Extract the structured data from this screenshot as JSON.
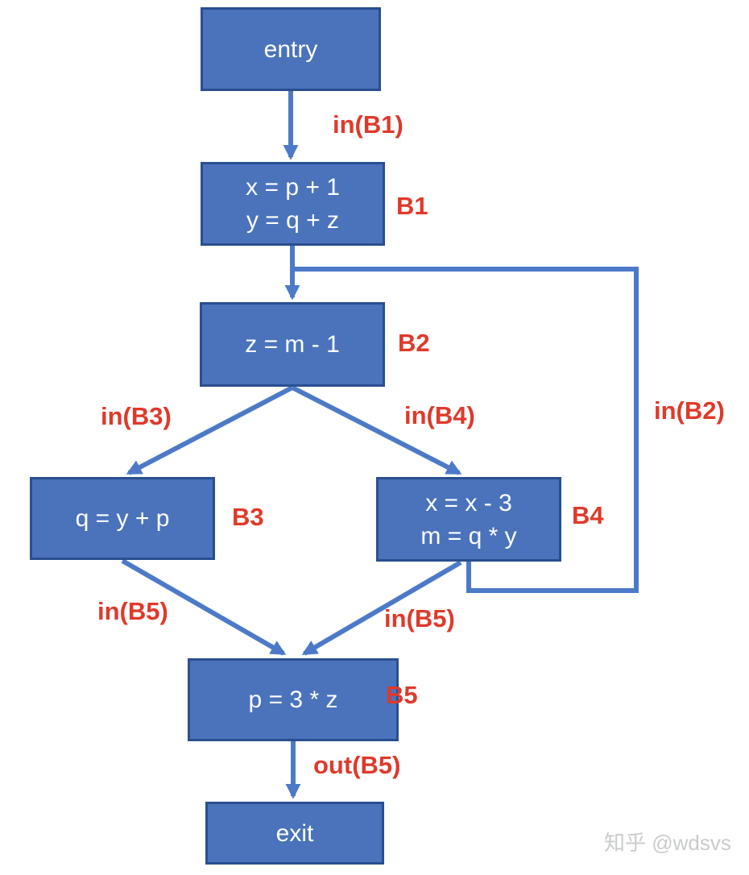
{
  "diagram": {
    "type": "control-flow-graph",
    "nodes": [
      {
        "id": "entry",
        "label": "",
        "lines": [
          "entry"
        ]
      },
      {
        "id": "B1",
        "label": "B1",
        "lines": [
          "x = p + 1",
          "y = q + z"
        ]
      },
      {
        "id": "B2",
        "label": "B2",
        "lines": [
          "z = m - 1"
        ]
      },
      {
        "id": "B3",
        "label": "B3",
        "lines": [
          "q = y + p"
        ]
      },
      {
        "id": "B4",
        "label": "B4",
        "lines": [
          "x = x - 3",
          "m = q * y"
        ]
      },
      {
        "id": "B5",
        "label": "B5",
        "lines": [
          "p = 3 * z"
        ]
      },
      {
        "id": "exit",
        "label": "",
        "lines": [
          "exit"
        ]
      }
    ],
    "edges": [
      {
        "from": "entry",
        "to": "B1",
        "label": "in(B1)"
      },
      {
        "from": "B1",
        "to": "B2",
        "label": ""
      },
      {
        "from": "B4",
        "to": "B2",
        "label": "in(B2)"
      },
      {
        "from": "B2",
        "to": "B3",
        "label": "in(B3)"
      },
      {
        "from": "B2",
        "to": "B4",
        "label": "in(B4)"
      },
      {
        "from": "B3",
        "to": "B5",
        "label": "in(B5)"
      },
      {
        "from": "B4",
        "to": "B5",
        "label": "in(B5)"
      },
      {
        "from": "B5",
        "to": "exit",
        "label": "out(B5)"
      }
    ],
    "colors": {
      "node_fill": "#4a73bb",
      "node_border": "#2a4f90",
      "edge": "#4c7ac8",
      "label_red": "#df392b",
      "node_text": "#ffffff",
      "watermark": "#c9cbcd"
    },
    "watermark": "知乎 @wdsvs"
  }
}
